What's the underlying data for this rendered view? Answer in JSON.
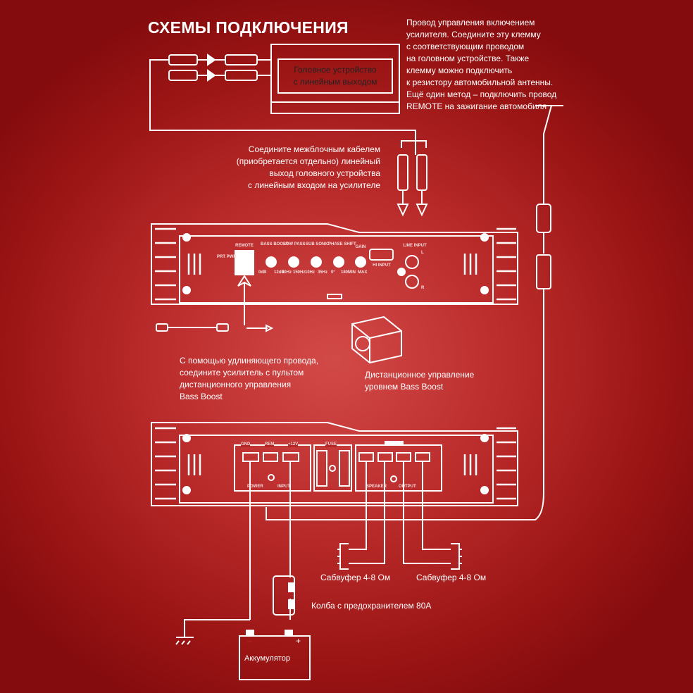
{
  "title": "СХЕМЫ ПОДКЛЮЧЕНИЯ",
  "remote_note": [
    "Провод управления включением",
    "усилителя. Соедините эту клемму",
    "с соответствующим проводом",
    "на  головном устройстве. Также",
    "клемму можно подключить",
    "к резистору автомобильной антенны.",
    "Ещё один метод – подключить провод",
    "REMOTE на зажигание автомобиля"
  ],
  "head_unit": [
    "Головное устройство",
    "с линейным выходом"
  ],
  "rca_note": [
    "Соедините межблочным кабелем",
    "(приобретается отдельно) линейный",
    "выход головного устройства",
    "с линейным входом на усилителе"
  ],
  "extension_note": [
    "С помощью удлиняющего провода,",
    "соедините усилитель с пультом",
    "дистанционного управления",
    "Bass Boost"
  ],
  "remote_control_note": [
    "Дистанционное управление",
    "уровнем Bass Boost"
  ],
  "amp_top": {
    "prt": "PRT PWR",
    "remote": "REMOTE",
    "knobs": [
      {
        "label": "BASS BOOST",
        "min": "0dB",
        "max": "12dB"
      },
      {
        "label": "LOW PASS",
        "min": "40Hz",
        "max": "150Hz"
      },
      {
        "label": "SUB SONIC",
        "min": "10Hz",
        "max": "35Hz"
      },
      {
        "label": "PHASE SHIFT",
        "min": "0°",
        "max": "180°"
      },
      {
        "label": "GAIN",
        "min": "MIN",
        "max": "MAX"
      }
    ],
    "hi_input": "HI INPUT",
    "line_input": "LINE INPUT",
    "l": "L",
    "r": "R"
  },
  "amp_bottom": {
    "gnd": "GND",
    "rem": "REM",
    "v12": "+12V",
    "fuse": "FUSE",
    "power": "POWER",
    "input": "INPUT",
    "speaker": "SPEAKER",
    "output": "OUTPUT"
  },
  "sub1": "Сабвуфер 4-8 Ом",
  "sub2": "Сабвуфер 4-8 Ом",
  "fuse_note": "Колба с предохранителем 80А",
  "battery": "Аккумулятор",
  "battery_minus": "–",
  "battery_plus": "+"
}
